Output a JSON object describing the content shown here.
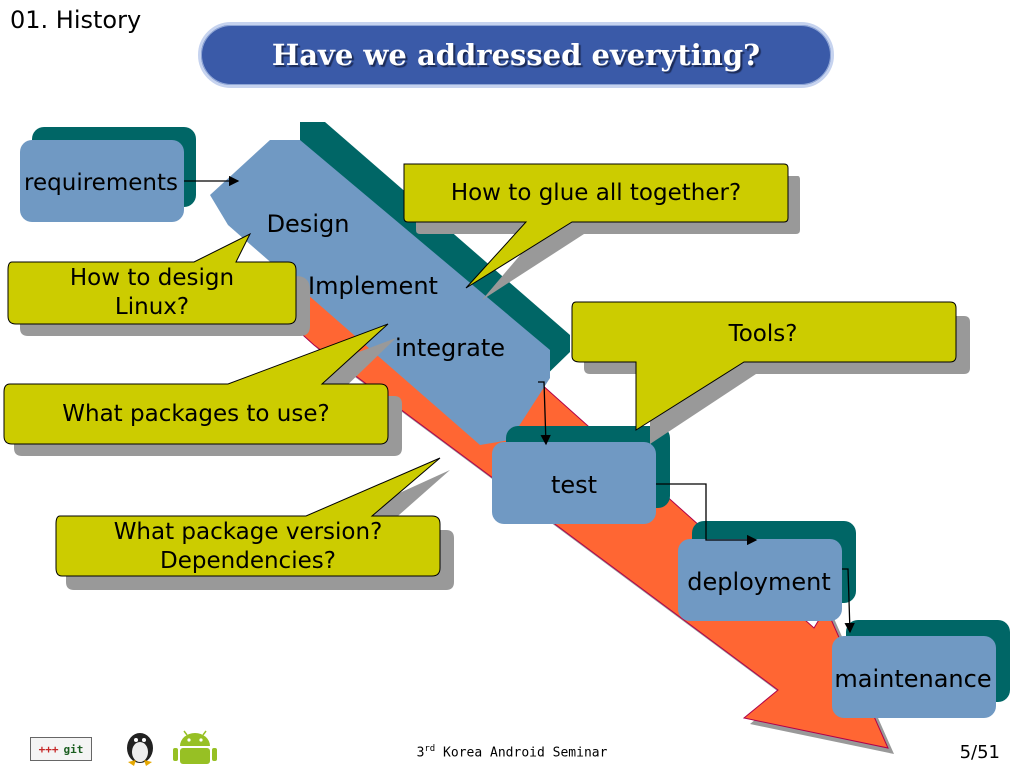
{
  "section_title": "01. History",
  "slide_title": "Have we addressed everyting?",
  "stages": {
    "requirements": "requirements",
    "design": "Design",
    "implement": "Implement",
    "integrate": "integrate",
    "test": "test",
    "deployment": "deployment",
    "maintenance": "maintenance"
  },
  "callouts": {
    "design_linux_line1": "How to design",
    "design_linux_line2": "Linux?",
    "glue": "How to glue all together?",
    "packages": "What packages to use?",
    "tools": "Tools?",
    "version_line1": "What package version?",
    "version_line2": "Dependencies?"
  },
  "footer": {
    "seminar_prefix": "3",
    "seminar_sup": "rd",
    "seminar_suffix": " Korea Android Seminar",
    "page": "5/51",
    "git_plus": "+++",
    "git_label": "git"
  },
  "colors": {
    "box_fill": "#7099c3",
    "box_shadow": "#006666",
    "callout_fill": "#cccc00",
    "arrow_fill": "#ff6633",
    "title_fill": "#3a5aa8"
  }
}
